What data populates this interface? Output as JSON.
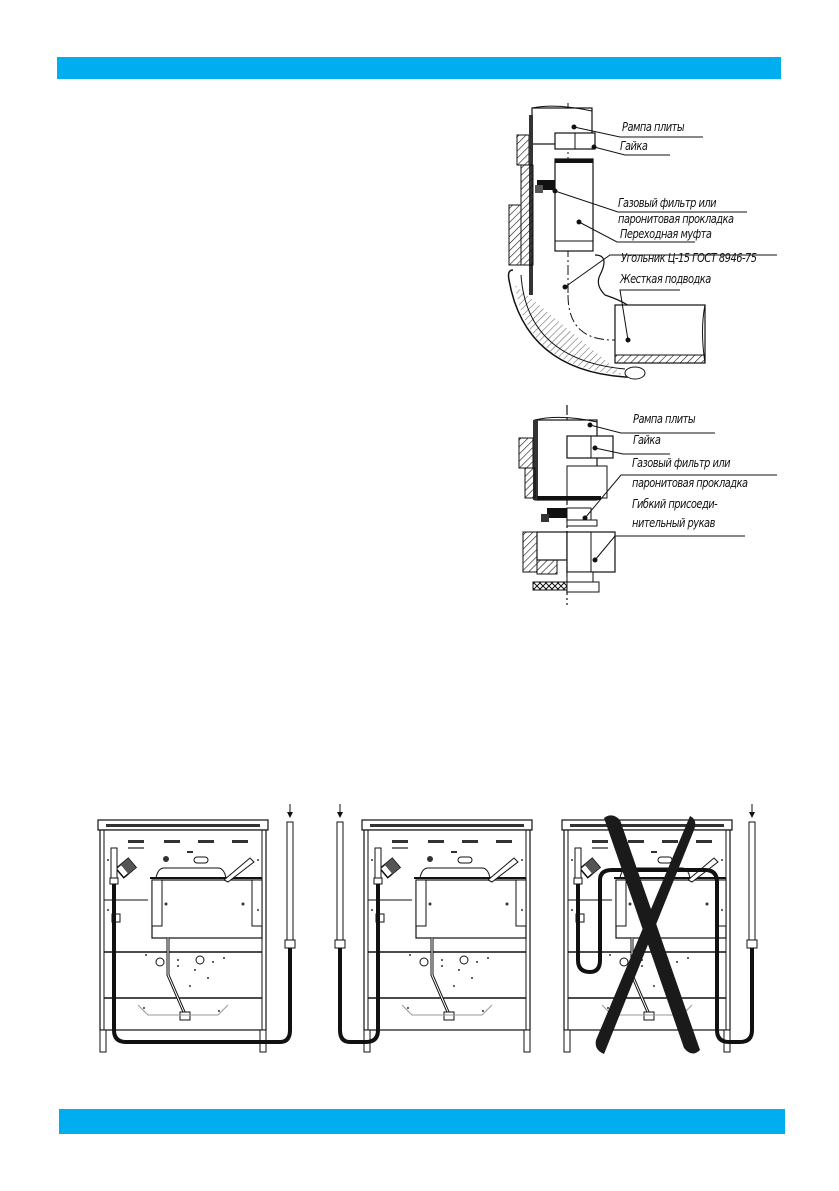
{
  "page": {
    "background": "#ffffff",
    "accent_color": "#00adef",
    "header_bar": {
      "color": "#00adef"
    },
    "footer_bar": {
      "color": "#00adef"
    }
  },
  "figure_rigid_connection": {
    "labels": [
      "Рампа плиты",
      "Гайка",
      "Газовый фильтр или",
      "паронитовая прокладка",
      "Переходная муфта",
      "Угольник Ц-15 ГОСТ 8946-75",
      "Жесткая подводка"
    ]
  },
  "figure_flexible_connection": {
    "labels": [
      "Рампа плиты",
      "Гайка",
      "Газовый фильтр или",
      "паронитовая прокладка",
      "Гибкий присоеди-",
      "нительный рукав"
    ]
  },
  "hose_routing_figures": [
    {
      "variant": "hose-right-under-stove",
      "correct": true,
      "gas-inlet-side": "right"
    },
    {
      "variant": "hose-left-outside-stove",
      "correct": true,
      "gas-inlet-side": "left"
    },
    {
      "variant": "hose-looped-behind-stove",
      "correct": false,
      "crossed-out": true,
      "gas-inlet-side": "right"
    }
  ]
}
